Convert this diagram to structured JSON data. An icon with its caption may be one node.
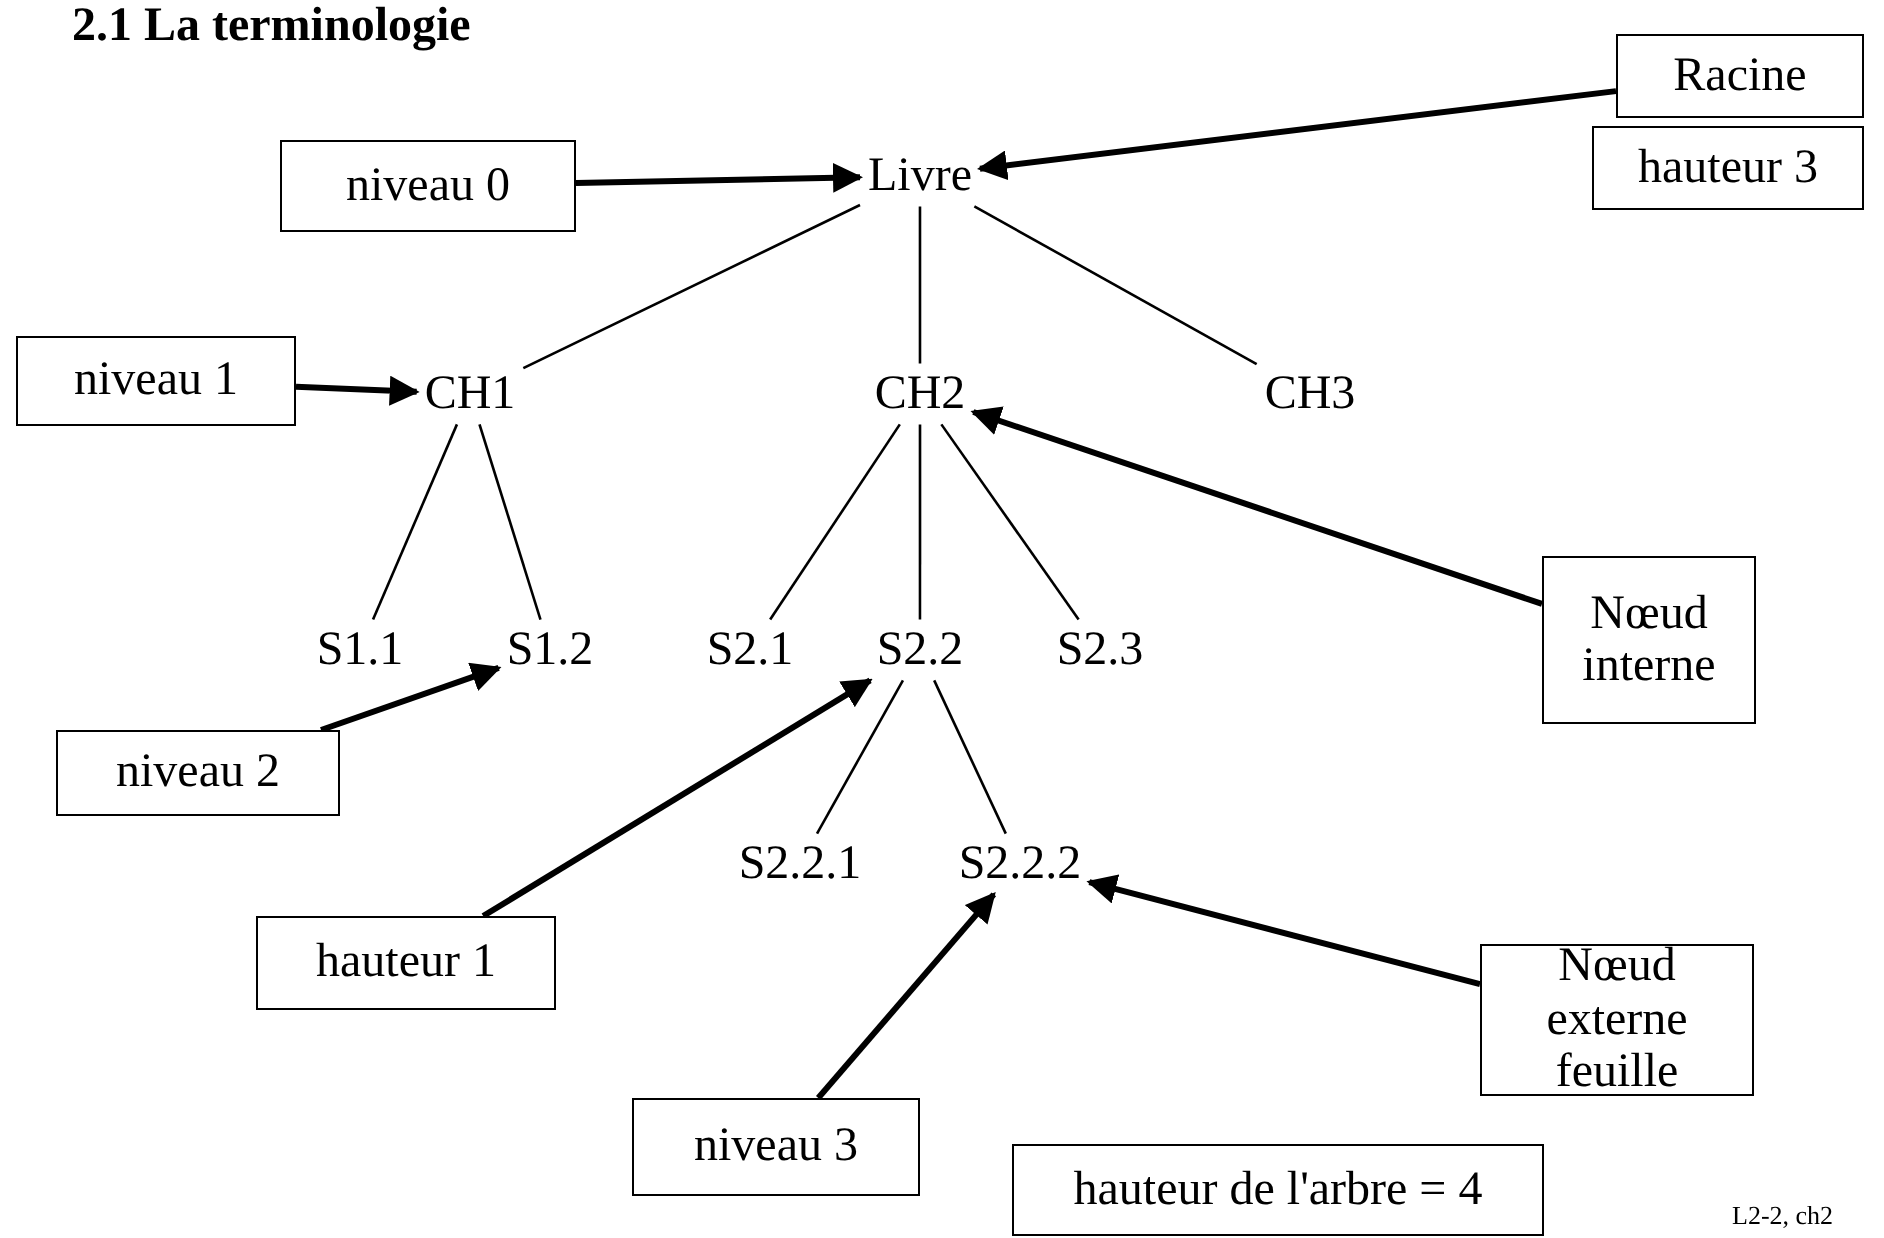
{
  "diagram": {
    "title": "2.1 La terminologie",
    "nodes": [
      {
        "text": [
          "Livre"
        ]
      },
      {
        "text": [
          "CH1"
        ]
      },
      {
        "text": [
          "CH2"
        ]
      },
      {
        "text": [
          "CH3"
        ]
      },
      {
        "text": [
          "S1.1"
        ]
      },
      {
        "text": [
          "S1.2"
        ]
      },
      {
        "text": [
          "S2.1"
        ]
      },
      {
        "text": [
          "S2.2"
        ]
      },
      {
        "text": [
          "S2.3"
        ]
      },
      {
        "text": [
          "S2.2.1"
        ]
      },
      {
        "text": [
          "S2.2.2"
        ]
      },
      {
        "text": [
          "Racine"
        ]
      },
      {
        "text": [
          "hauteur 3"
        ]
      },
      {
        "text": [
          "niveau 0"
        ]
      },
      {
        "text": [
          "niveau 1"
        ]
      },
      {
        "text": [
          "Nœud interne"
        ]
      },
      {
        "text": [
          "niveau 2"
        ]
      },
      {
        "text": [
          "hauteur 1"
        ]
      },
      {
        "text": [
          "Nœud externe feuille"
        ]
      },
      {
        "text": [
          "niveau 3"
        ]
      },
      {
        "text": [
          "hauteur de l'arbre = 4"
        ]
      }
    ],
    "edges": [
      {
        "from": 0,
        "to": 1,
        "arrow": "none"
      },
      {
        "from": 0,
        "to": 2,
        "arrow": "none"
      },
      {
        "from": 0,
        "to": 3,
        "arrow": "none"
      },
      {
        "from": 1,
        "to": 4,
        "arrow": "none"
      },
      {
        "from": 1,
        "to": 5,
        "arrow": "none"
      },
      {
        "from": 2,
        "to": 6,
        "arrow": "none"
      },
      {
        "from": 2,
        "to": 7,
        "arrow": "none"
      },
      {
        "from": 2,
        "to": 8,
        "arrow": "none"
      },
      {
        "from": 7,
        "to": 9,
        "arrow": "none"
      },
      {
        "from": 7,
        "to": 10,
        "arrow": "none"
      },
      {
        "from": 11,
        "to": 0,
        "arrow": "to",
        "style": "thick"
      },
      {
        "from": 13,
        "to": 0,
        "arrow": "to",
        "style": "thick"
      },
      {
        "from": 14,
        "to": 1,
        "arrow": "to",
        "style": "thick"
      },
      {
        "from": 15,
        "to": 2,
        "arrow": "to",
        "style": "thick"
      },
      {
        "from": 16,
        "to": 5,
        "arrow": "to",
        "style": "thick"
      },
      {
        "from": 17,
        "to": 7,
        "arrow": "to",
        "style": "thick"
      },
      {
        "from": 18,
        "to": 10,
        "arrow": "to",
        "style": "thick"
      },
      {
        "from": 19,
        "to": 10,
        "arrow": "to",
        "style": "thick"
      }
    ],
    "labels": [
      "L2-2, ch2"
    ]
  }
}
